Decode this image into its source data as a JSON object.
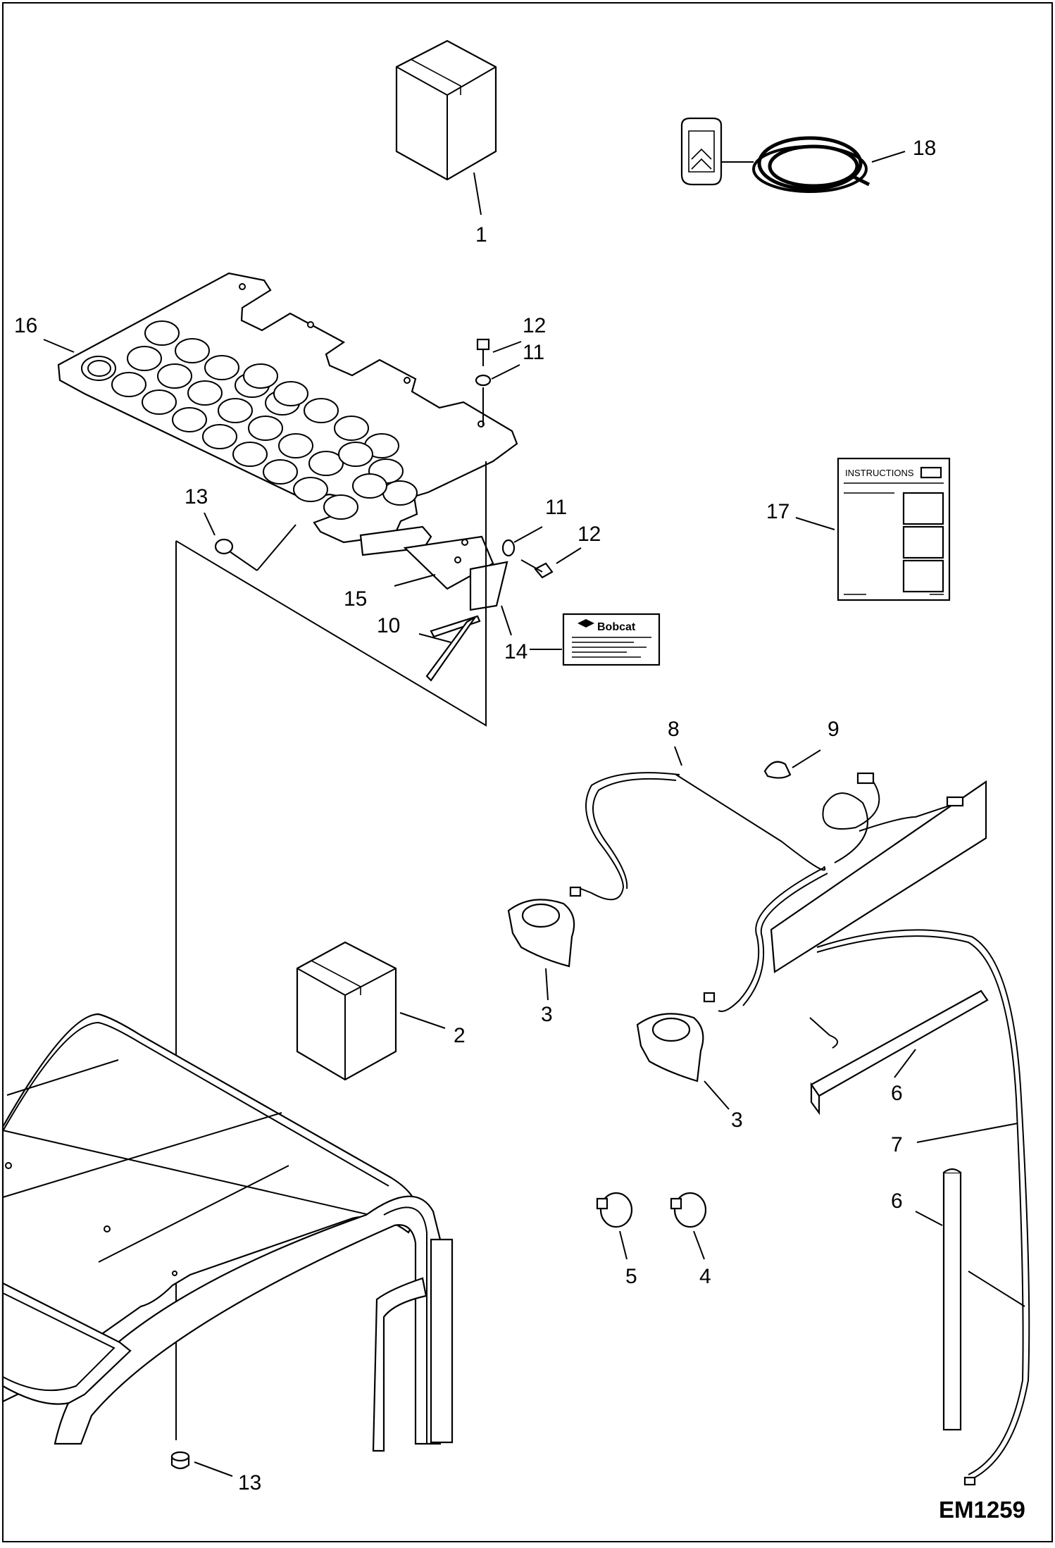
{
  "figure_id": "EM1259",
  "callouts": {
    "c1": "1",
    "c2": "2",
    "c3a": "3",
    "c3b": "3",
    "c4": "4",
    "c5": "5",
    "c6a": "6",
    "c6b": "6",
    "c7": "7",
    "c8": "8",
    "c9": "9",
    "c10": "10",
    "c11a": "11",
    "c11b": "11",
    "c12a": "12",
    "c12b": "12",
    "c13a": "13",
    "c13b": "13",
    "c14": "14",
    "c15": "15",
    "c16": "16",
    "c17": "17",
    "c18": "18"
  },
  "instructions_manual": {
    "title": "INSTRUCTIONS"
  },
  "decal": {
    "brand": "Bobcat"
  }
}
